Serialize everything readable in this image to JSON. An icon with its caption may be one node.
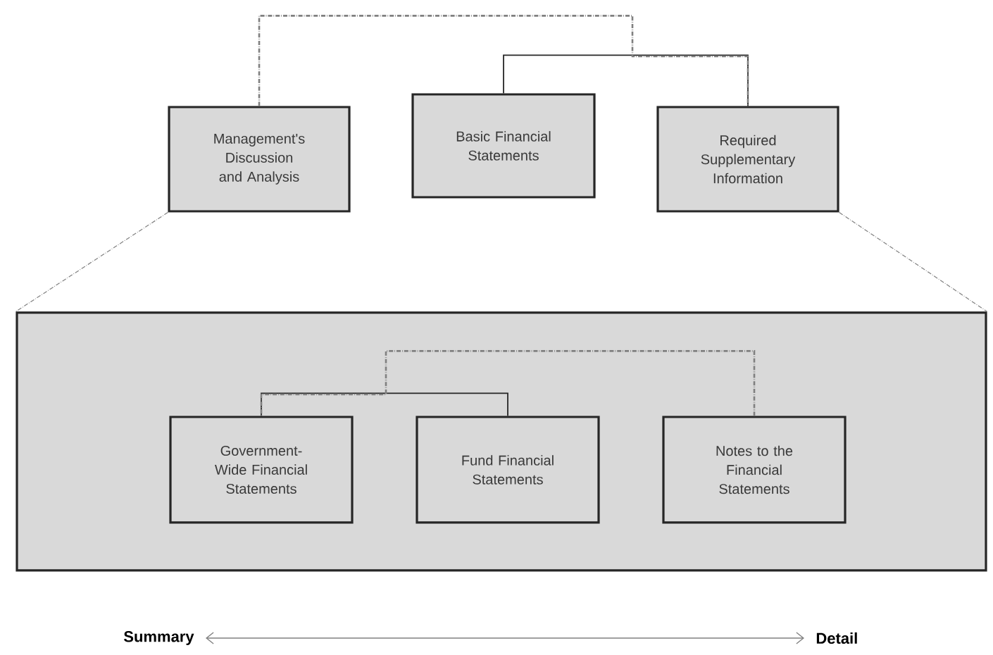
{
  "diagram": {
    "nodes": [
      {
        "text": [
          "Management's Discussion and Analysis"
        ]
      },
      {
        "text": [
          "Basic Financial Statements"
        ]
      },
      {
        "text": [
          "Required Supplementary Information"
        ]
      },
      {
        "text": [],
        "shape": "box"
      },
      {
        "text": [
          "Government-Wide Financial Statements"
        ],
        "in": 3
      },
      {
        "text": [
          "Fund Financial Statements"
        ],
        "in": 3
      },
      {
        "text": [
          "Notes to the Financial Statements"
        ],
        "in": 3
      },
      {
        "text": [
          "Summary"
        ]
      },
      {
        "text": [
          "Detail"
        ]
      }
    ],
    "edges": [
      {
        "from": 1,
        "to": 2,
        "arrow": "none",
        "color": "#262626"
      },
      {
        "from": 0,
        "to": 2,
        "arrow": "none",
        "style": "dashed"
      },
      {
        "from": 0,
        "to": 3,
        "arrow": "none",
        "style": "dashed"
      },
      {
        "from": 2,
        "to": 3,
        "arrow": "none",
        "style": "dashed"
      },
      {
        "from": 4,
        "to": 5,
        "arrow": "none",
        "color": "#262626"
      },
      {
        "from": 6,
        "to": 4,
        "arrow": "none",
        "style": "dashed"
      },
      {
        "from": 7,
        "to": 8,
        "arrow": "both"
      }
    ]
  }
}
